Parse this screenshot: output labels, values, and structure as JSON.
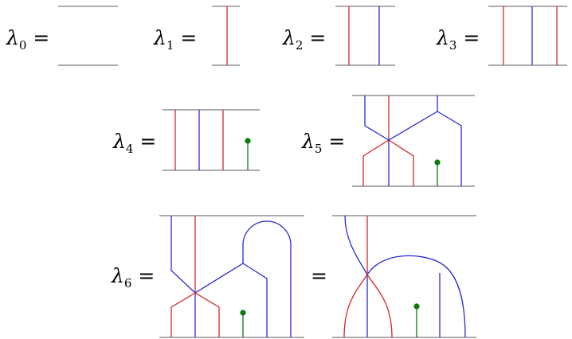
{
  "equations": [
    {
      "id": "lambda0",
      "symbol": "λ",
      "subscript": "0",
      "equals": "="
    },
    {
      "id": "lambda1",
      "symbol": "λ",
      "subscript": "1",
      "equals": "="
    },
    {
      "id": "lambda2",
      "symbol": "λ",
      "subscript": "2",
      "equals": "="
    },
    {
      "id": "lambda3",
      "symbol": "λ",
      "subscript": "3",
      "equals": "="
    },
    {
      "id": "lambda4",
      "symbol": "λ",
      "subscript": "4",
      "equals": "="
    },
    {
      "id": "lambda5",
      "symbol": "λ",
      "subscript": "5",
      "equals": "="
    },
    {
      "id": "lambda6",
      "symbol": "λ",
      "subscript": "6",
      "equals": "="
    }
  ],
  "middle_equals": "=",
  "colors": {
    "boundary": "#7a7a7a",
    "red_strand": "#d42a2a",
    "blue_strand": "#2a2ad6",
    "green_strand": "#0a7a0a"
  }
}
